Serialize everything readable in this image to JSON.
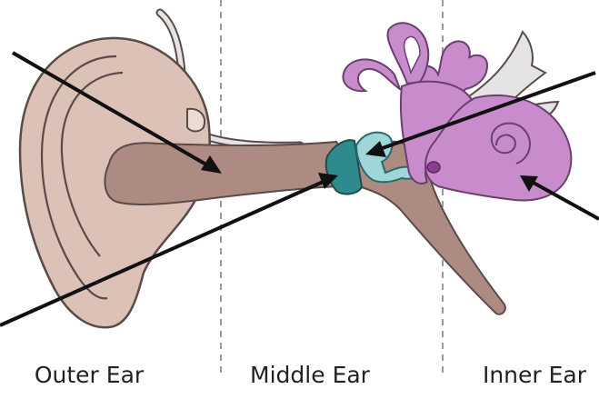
{
  "diagram": {
    "regions": [
      {
        "key": "outer",
        "label": "Outer Ear"
      },
      {
        "key": "middle",
        "label": "Middle Ear"
      },
      {
        "key": "inner",
        "label": "Inner Ear"
      }
    ],
    "colors": {
      "skin": "#dcc1b7",
      "skin_outline": "#5a4a48",
      "canal": "#ad8b83",
      "ossicle": "#9fd6d8",
      "eardrum": "#2e8a8c",
      "cochlea": "#c88ccc",
      "cochlea_outline": "#6b3f6e",
      "nerve": "#e4e4e4",
      "arrow": "#111111",
      "divider": "#9a9a9a"
    }
  }
}
